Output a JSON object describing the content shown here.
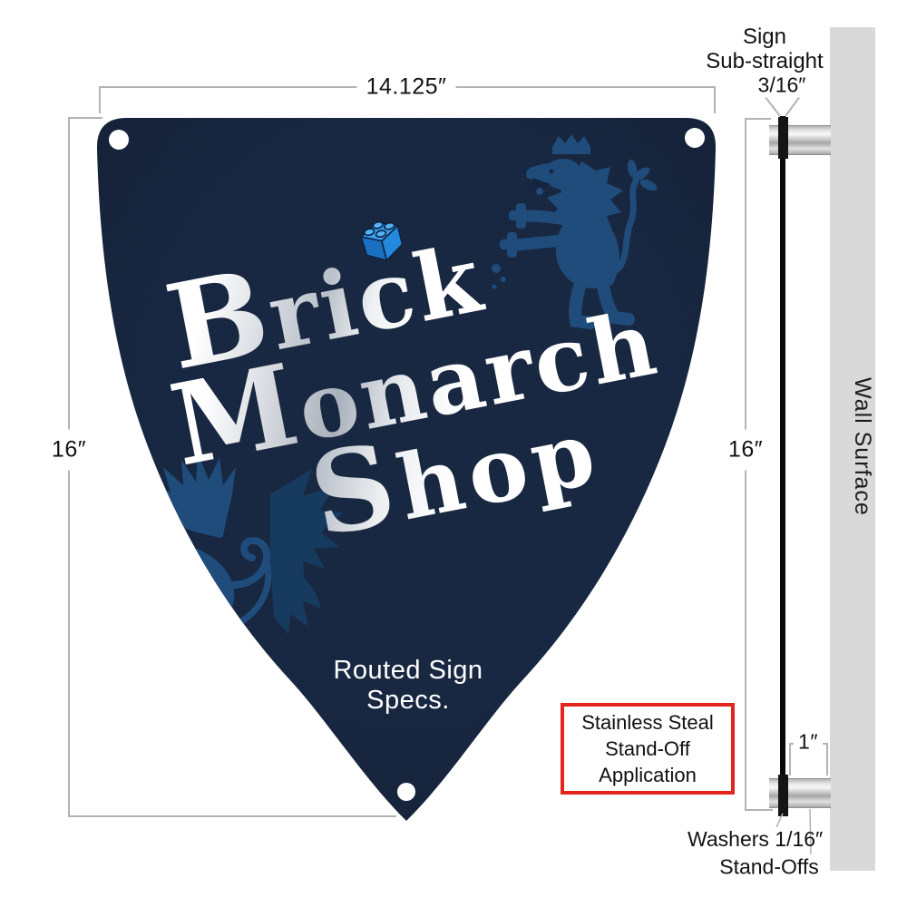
{
  "colors": {
    "shield_navy": "#16253f",
    "heraldic_blue": "#1f4c7b",
    "heraldic_dark": "#173a5f",
    "callout_red": "#e3241d",
    "wall_gray": "#d9d9d9",
    "dim_gray": "#b3b3b3",
    "text_black": "#121212",
    "brick_blue_top": "#38a0f0",
    "brick_blue_left": "#1a6fc0",
    "brick_blue_right": "#2289dd"
  },
  "shield": {
    "title_lines": [
      "Brick",
      "Monarch",
      "Shop"
    ],
    "subtitle_lines": [
      "Routed Sign",
      "Specs."
    ]
  },
  "dimensions": {
    "width": "14.125″",
    "height_left": "16″",
    "height_right": "16″",
    "sign_thickness": "3/16″",
    "standoff_length": "1″"
  },
  "labels": {
    "sign_substraight_line1": "Sign",
    "sign_substraight_line2": "Sub-straight",
    "wall_surface": "Wall Surface",
    "washers": "Washers 1/16″",
    "standoffs": "Stand-Offs",
    "callout_line1": "Stainless Steal",
    "callout_line2": "Stand-Off",
    "callout_line3": "Application"
  }
}
